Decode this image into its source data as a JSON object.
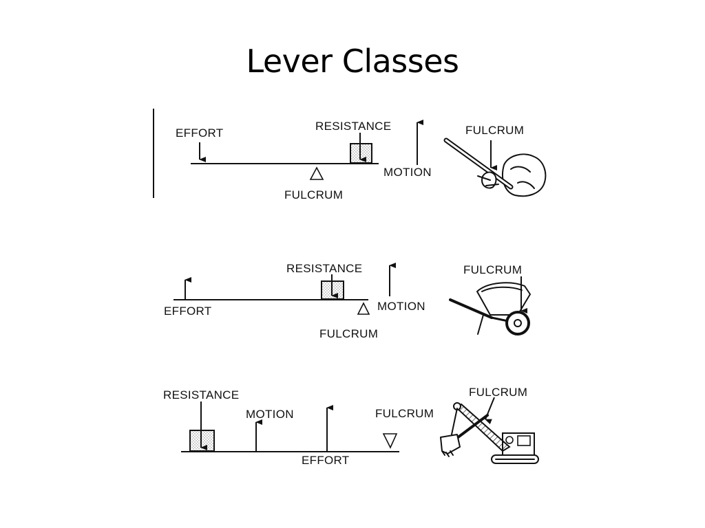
{
  "title": "Lever Classes",
  "colors": {
    "background": "#ffffff",
    "ink": "#111111",
    "stipple": "#8a8a8a"
  },
  "diagrams": [
    {
      "id": "first-class",
      "labels": {
        "effort": "EFFORT",
        "resistance": "RESISTANCE",
        "motion": "MOTION",
        "fulcrum": "FULCRUM",
        "illustration_fulcrum": "FULCRUM"
      },
      "illustration_icon": "crowbar-lifting-rock-icon"
    },
    {
      "id": "second-class",
      "labels": {
        "effort": "EFFORT",
        "resistance": "RESISTANCE",
        "motion": "MOTION",
        "fulcrum": "FULCRUM",
        "illustration_fulcrum": "FULCRUM"
      },
      "illustration_icon": "wheelbarrow-icon"
    },
    {
      "id": "third-class",
      "labels": {
        "effort": "EFFORT",
        "resistance": "RESISTANCE",
        "motion": "MOTION",
        "fulcrum": "FULCRUM",
        "illustration_fulcrum": "FULCRUM"
      },
      "illustration_icon": "power-shovel-icon"
    }
  ]
}
